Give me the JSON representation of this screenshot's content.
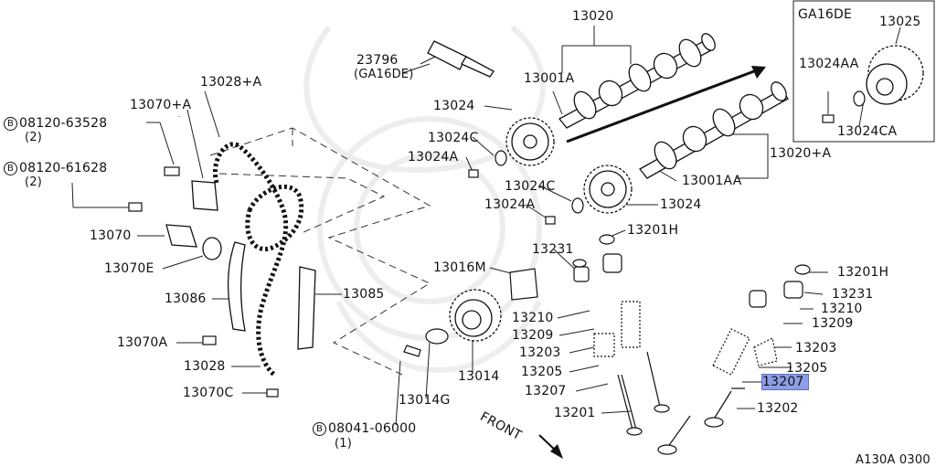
{
  "labels": {
    "l13020": "13020",
    "l23796": "23796",
    "l23796sub": "(GA16DE)",
    "l13001A": "13001A",
    "l13028A": "13028+A",
    "l13070A_plus": "13070+A",
    "l08120_63528": "08120-63528",
    "l08120_63528q": "(2)",
    "l08120_61628": "08120-61628",
    "l08120_61628q": "(2)",
    "l13024_top": "13024",
    "l13024C_1": "13024C",
    "l13024A_1": "13024A",
    "l13024C_2": "13024C",
    "l13024A_2": "13024A",
    "l13024_2": "13024",
    "l13001AA": "13001AA",
    "l13020A": "13020+A",
    "l13070": "13070",
    "l13070E": "13070E",
    "l13086": "13086",
    "l13085": "13085",
    "l13070Acap": "13070A",
    "l13028": "13028",
    "l13070C": "13070C",
    "l13016M": "13016M",
    "l13231a": "13231",
    "l13201Ha": "13201H",
    "l13210a": "13210",
    "l13209a": "13209",
    "l13203a": "13203",
    "l13205a": "13205",
    "l13207a": "13207",
    "l13201": "13201",
    "l13014": "13014",
    "l13014G": "13014G",
    "l08041": "08041-06000",
    "l08041q": "(1)",
    "front": "FRONT",
    "l13201Hb": "13201H",
    "l13231b": "13231",
    "l13210b": "13210",
    "l13209b": "13209",
    "l13203b": "13203",
    "l13205b": "13205",
    "l13207b": "13207",
    "l13202": "13202",
    "inset_title": "GA16DE",
    "l13025": "13025",
    "l13024AA": "13024AA",
    "l13024CA": "13024CA",
    "footer": "A130A 0300",
    "circle_b": "B"
  },
  "highlight_color": "#8e9ee6"
}
